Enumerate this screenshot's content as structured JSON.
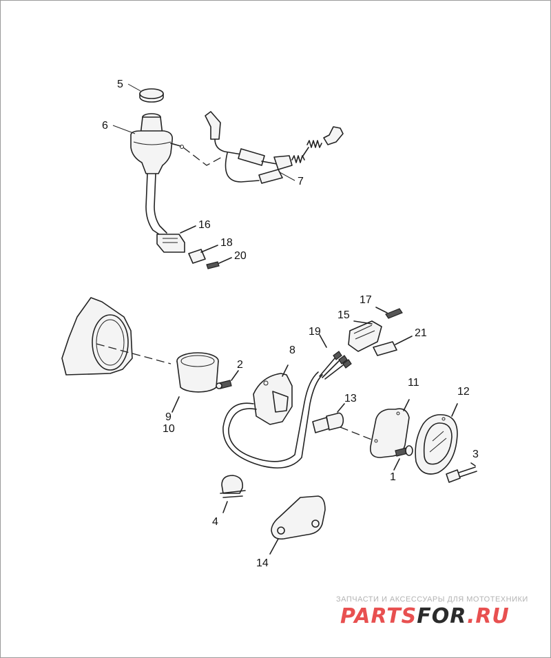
{
  "diagram": {
    "callouts": [
      "5",
      "6",
      "7",
      "16",
      "18",
      "20",
      "17",
      "15",
      "21",
      "19",
      "8",
      "2",
      "9",
      "10",
      "13",
      "11",
      "12",
      "3",
      "1",
      "4",
      "14"
    ]
  },
  "watermark": {
    "tagline": "ЗАПЧАСТИ И АКСЕССУАРЫ ДЛЯ МОТОТЕХНИКИ",
    "logo_red": "PARTS",
    "logo_dark": "FOR",
    "logo_red2": ".RU",
    "brand_color": "#e85050"
  }
}
